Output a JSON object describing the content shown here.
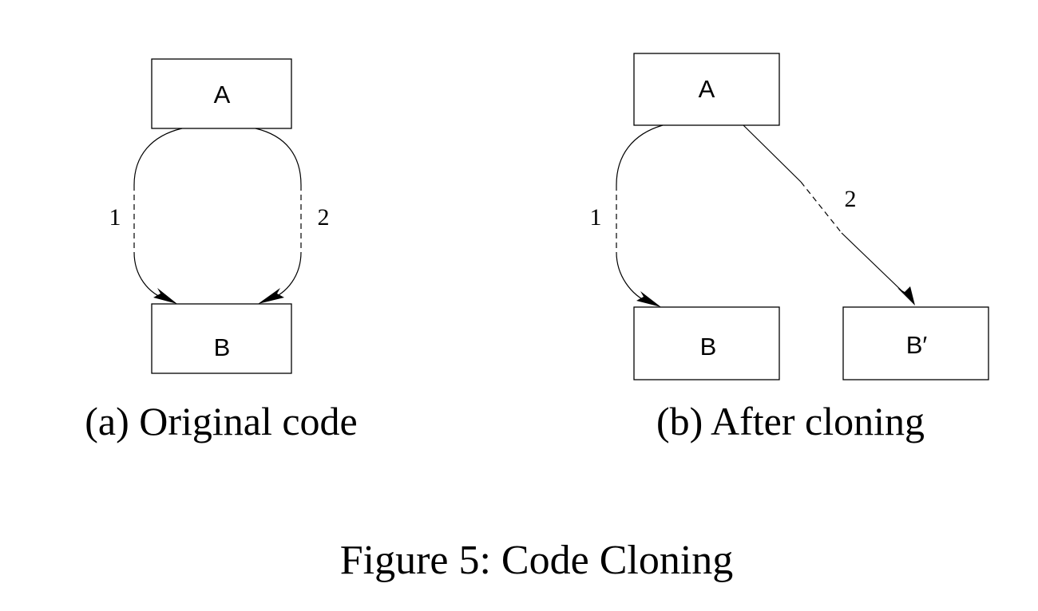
{
  "panel_a": {
    "node_top": "A",
    "node_bottom": "B",
    "edge_1_label": "1",
    "edge_2_label": "2",
    "subcaption": "(a) Original code"
  },
  "panel_b": {
    "node_top": "A",
    "node_bottom_left": "B",
    "node_bottom_right": "B′",
    "edge_1_label": "1",
    "edge_2_label": "2",
    "subcaption": "(b) After cloning"
  },
  "caption": "Figure 5: Code Cloning"
}
